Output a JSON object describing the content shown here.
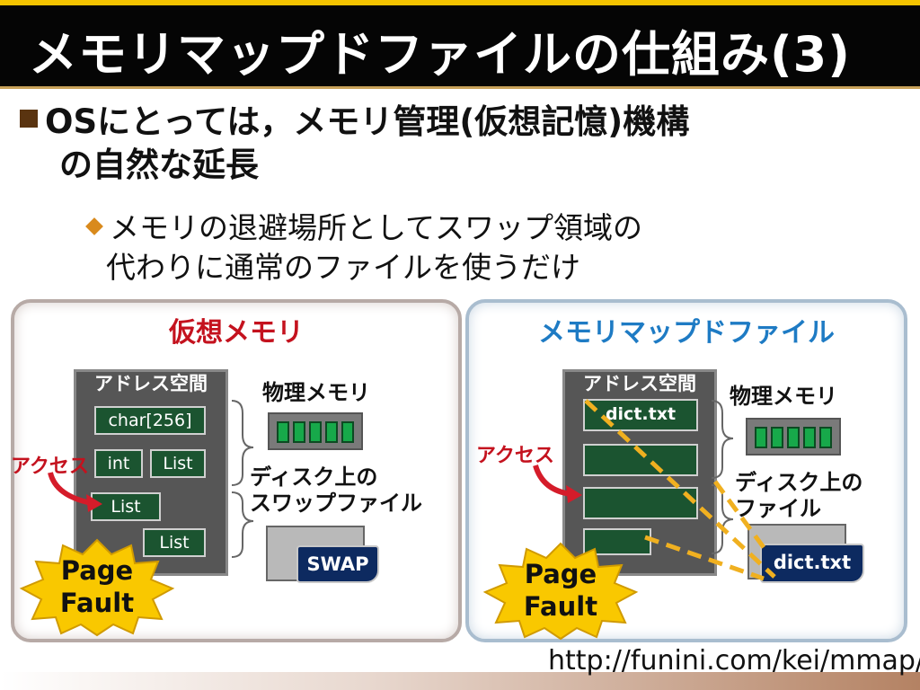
{
  "title": "メモリマップドファイルの仕組み(3)",
  "bullet1": {
    "line1": "OSにとっては，メモリ管理(仮想記憶)機構",
    "line2": "の自然な延長"
  },
  "bullet2": {
    "line1": "メモリの退避場所としてスワップ領域の",
    "line2": "代わりに通常のファイルを使うだけ"
  },
  "left_panel": {
    "title": "仮想メモリ",
    "address_space": "アドレス空間",
    "blocks": [
      "char[256]",
      "int",
      "List",
      "List",
      "List"
    ],
    "physical_memory": "物理メモリ",
    "swap_label_line1": "ディスク上の",
    "swap_label_line2": "スワップファイル",
    "swap_tag": "SWAP",
    "access": "アクセス",
    "page_fault_line1": "Page",
    "page_fault_line2": "Fault"
  },
  "right_panel": {
    "title": "メモリマップドファイル",
    "address_space": "アドレス空間",
    "first_block": "dict.txt",
    "physical_memory": "物理メモリ",
    "file_label_line1": "ディスク上の",
    "file_label_line2": "ファイル",
    "file_tag": "dict.txt",
    "access": "アクセス",
    "page_fault_line1": "Page",
    "page_fault_line2": "Fault"
  },
  "url": "http://funini.com/kei/mmap/",
  "colors": {
    "title_bar": "#050505",
    "accent_yellow": "#f5c400",
    "block_green": "#1b5430",
    "cell_green": "#17a94a",
    "red_text": "#c4121e",
    "blue_text": "#1e7bc4",
    "dash_orange": "#f0b020",
    "burst_yellow": "#f9c800",
    "tag_navy": "#0d2a60"
  }
}
